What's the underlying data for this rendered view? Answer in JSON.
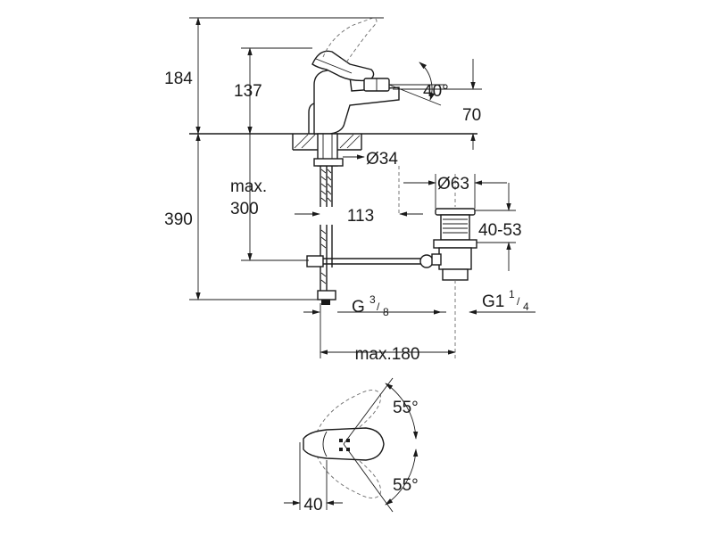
{
  "colors": {
    "line": "#1a1a1a",
    "background": "#ffffff",
    "dash": "#6a6a6a"
  },
  "dimensions": {
    "total_height": "184",
    "spout_height": "137",
    "angle_spout": "40°",
    "spout_reach": "70",
    "hole_diameter": "Ø34",
    "hose_max_label": "max.",
    "hose_max_value": "300",
    "below_deck": "390",
    "tail_offset": "113",
    "waste_diameter": "Ø63",
    "waste_range": "40-53",
    "connection_g_prefix": "G",
    "connection_g_num": "3",
    "connection_g_den": "8",
    "waste_thread_prefix": "G1",
    "waste_thread_num": "1",
    "waste_thread_den": "4",
    "max_spacing": "max.180",
    "angle_top": "55°",
    "angle_bottom": "55°",
    "lever_offset": "40"
  }
}
